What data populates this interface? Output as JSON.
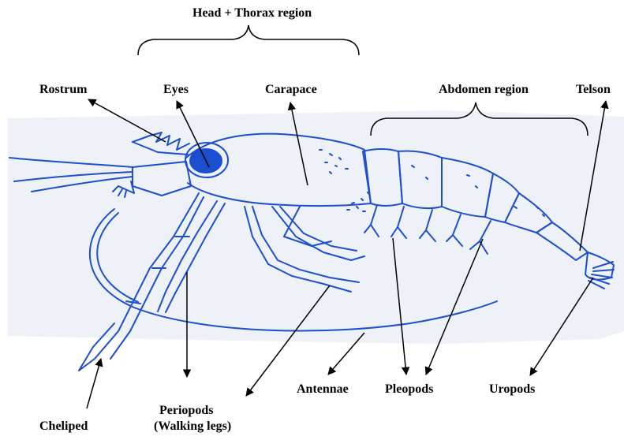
{
  "labels": {
    "head_thorax": "Head + Thorax region",
    "rostrum": "Rostrum",
    "eyes": "Eyes",
    "carapace": "Carapace",
    "abdomen": "Abdomen region",
    "telson": "Telson",
    "antennae": "Antennae",
    "pleopods": "Pleopods",
    "uropods": "Uropods",
    "cheliped": "Cheliped",
    "periopods_line1": "Periopods",
    "periopods_line2": "(Walking legs)"
  },
  "colors": {
    "drawing": "#1c4fd0",
    "paper": "#eef1f8",
    "text": "#000000",
    "arrow": "#000000"
  }
}
